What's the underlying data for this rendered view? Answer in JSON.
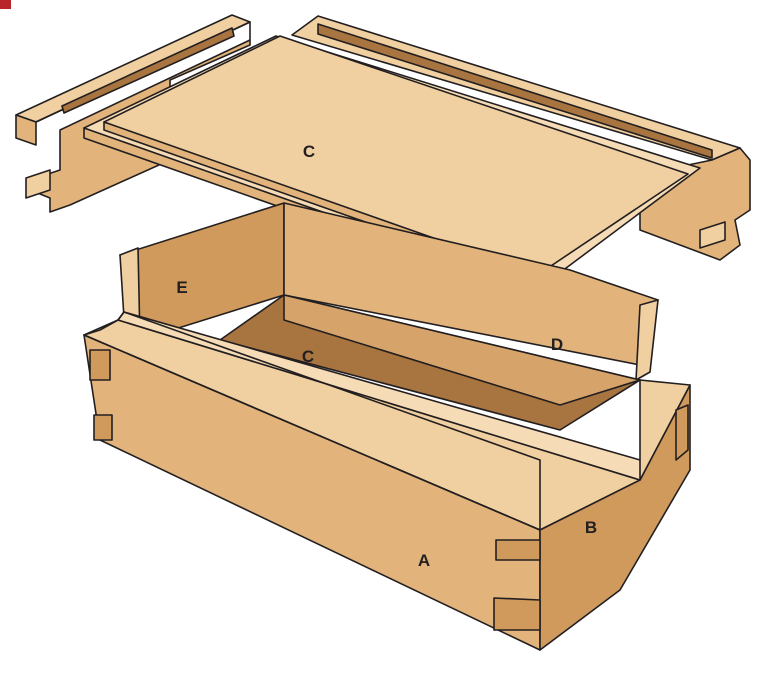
{
  "diagram": {
    "type": "exploded-assembly-illustration",
    "subject": "Dovetailed wooden box with sliding lid",
    "labels": {
      "lid_panel": "C",
      "end_panel_liner": "E",
      "bottom_panel": "C",
      "side_liner": "D",
      "front_side": "A",
      "end_piece": "B"
    },
    "colors": {
      "light_face": "#f0cfa0",
      "mid_face": "#e2b47c",
      "dark_face": "#cf9a5c",
      "bottom_face": "#a87440",
      "edge_light": "#f6dcb6",
      "outline": "#231f20",
      "accent_marker": "#b8262b"
    }
  }
}
